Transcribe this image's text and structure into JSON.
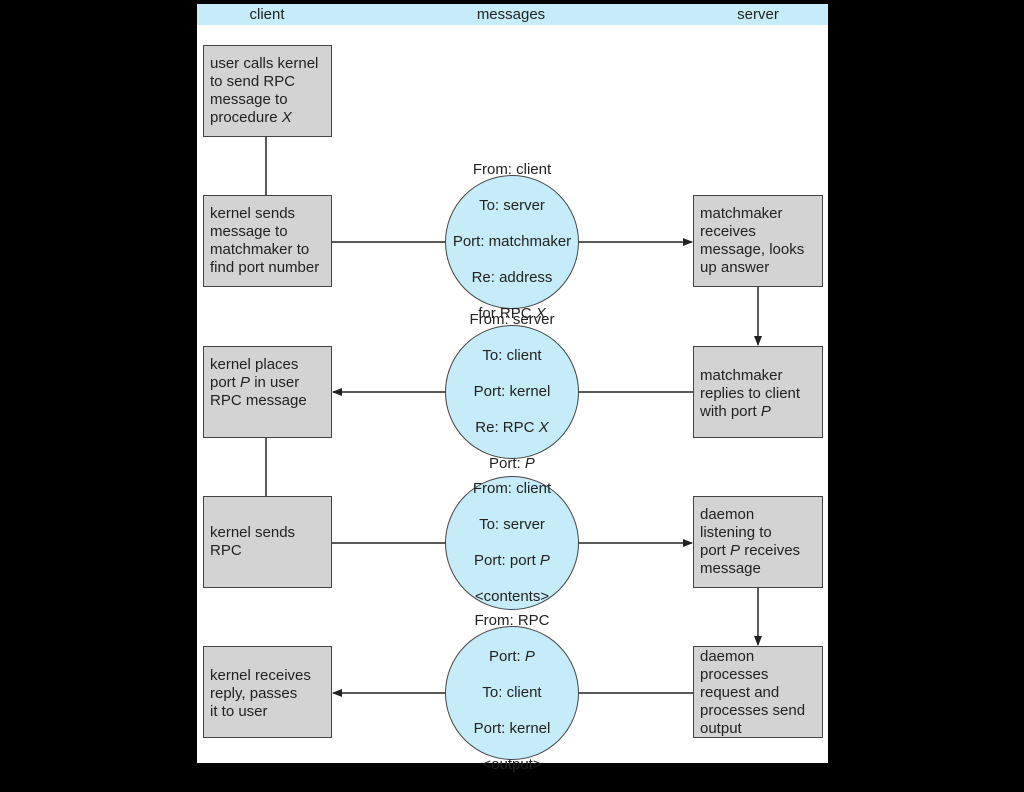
{
  "header": {
    "client": "client",
    "messages": "messages",
    "server": "server"
  },
  "client_boxes": {
    "b1": [
      "user calls kernel",
      "to send RPC",
      "message to",
      "procedure ",
      "X"
    ],
    "b2": "kernel sends\nmessage to\nmatchmaker to\nfind port number",
    "b3": [
      "kernel places",
      "port ",
      "P",
      " in user",
      "RPC message"
    ],
    "b4": "kernel sends\nRPC",
    "b5": "kernel receives\nreply, passes\nit to user"
  },
  "server_boxes": {
    "s1": "matchmaker\nreceives\nmessage, looks\nup answer",
    "s2": [
      "matchmaker",
      "replies to client",
      "with port ",
      "P"
    ],
    "s3": [
      "daemon",
      "listening to",
      "port ",
      "P",
      " receives",
      "message"
    ],
    "s4": "daemon\nprocesses\nrequest and\nprocesses send\noutput"
  },
  "messages": {
    "m1": [
      "From: client",
      "To: server",
      "Port: matchmaker",
      "Re: address",
      "for RPC ",
      "X"
    ],
    "m2": [
      "From: server",
      "To: client",
      "Port: kernel",
      "Re: RPC ",
      "X",
      "Port: ",
      "P"
    ],
    "m3": [
      "From: client",
      "To: server",
      "Port: port ",
      "P",
      "<contents>"
    ],
    "m4": [
      "From: RPC",
      "Port: ",
      "P",
      "To: client",
      "Port: kernel",
      "<output>"
    ]
  },
  "colors": {
    "background": "#000000",
    "panel": "#ffffff",
    "header": "#c6ecf9",
    "box": "#d3d3d3",
    "message": "#c6ecf9"
  }
}
